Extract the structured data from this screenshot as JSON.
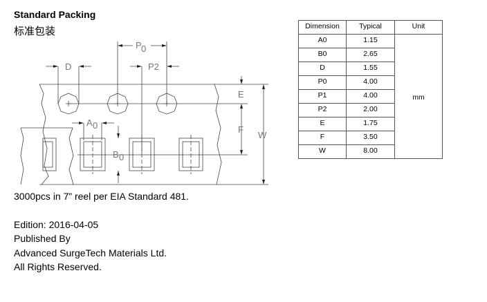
{
  "title": "Standard Packing",
  "title_cn": "标准包装",
  "drawing_labels": {
    "D": "D",
    "P0": "P",
    "P0_sub": "0",
    "P2": "P2",
    "E": "E",
    "F": "F",
    "W": "W",
    "A0": "A",
    "A0_sub": "0",
    "B0": "B",
    "B0_sub": "0"
  },
  "table": {
    "headers": [
      "Dimension",
      "Typical",
      "Unit"
    ],
    "unit": "mm",
    "rows": [
      {
        "dim": "A0",
        "typ": "1.15"
      },
      {
        "dim": "B0",
        "typ": "2.65"
      },
      {
        "dim": "D",
        "typ": "1.55"
      },
      {
        "dim": "P0",
        "typ": "4.00"
      },
      {
        "dim": "P1",
        "typ": "4.00"
      },
      {
        "dim": "P2",
        "typ": "2.00"
      },
      {
        "dim": "E",
        "typ": "1.75"
      },
      {
        "dim": "F",
        "typ": "3.50"
      },
      {
        "dim": "W",
        "typ": "8.00"
      }
    ]
  },
  "reel_note": "3000pcs in  7” reel per EIA Standard 481.",
  "edition": "Edition: 2016-04-05",
  "published_by": "Published By",
  "company": "Advanced SurgeTech Materials Ltd.",
  "rights": "All Rights Reserved."
}
